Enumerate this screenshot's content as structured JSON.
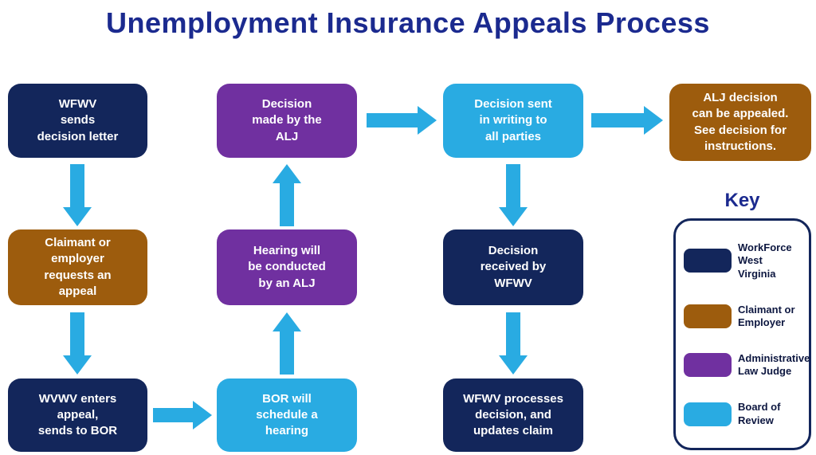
{
  "title": "Unemployment Insurance Appeals Process",
  "colors": {
    "navy": "#13265B",
    "brown": "#9D5C0D",
    "purple": "#7030A0",
    "cyan": "#29ABE2",
    "title": "#1B2A8F"
  },
  "flow": {
    "wfwv_sends": "WFWV\nsends\ndecision letter",
    "claimant_requests": "Claimant or\nemployer\nrequests an\nappeal",
    "wvwv_enters": "WVWV enters\nappeal,\nsends to BOR",
    "decision_made": "Decision\nmade by the\nALJ",
    "hearing_conducted": "Hearing will\nbe conducted\nby an ALJ",
    "bor_schedules": "BOR will\nschedule a\nhearing",
    "decision_sent": "Decision sent\nin writing to\nall parties",
    "decision_received": "Decision\nreceived by\nWFWV",
    "wfwv_processes": "WFWV processes\ndecision, and\nupdates claim",
    "alj_appealable": "ALJ decision\ncan be appealed.\nSee decision for\ninstructions."
  },
  "key": {
    "title": "Key",
    "items": [
      {
        "label": "WorkForce\nWest Virginia",
        "color": "navy"
      },
      {
        "label": "Claimant or\nEmployer",
        "color": "brown"
      },
      {
        "label": "Administrative\nLaw Judge",
        "color": "purple"
      },
      {
        "label": "Board of\nReview",
        "color": "cyan"
      }
    ]
  }
}
